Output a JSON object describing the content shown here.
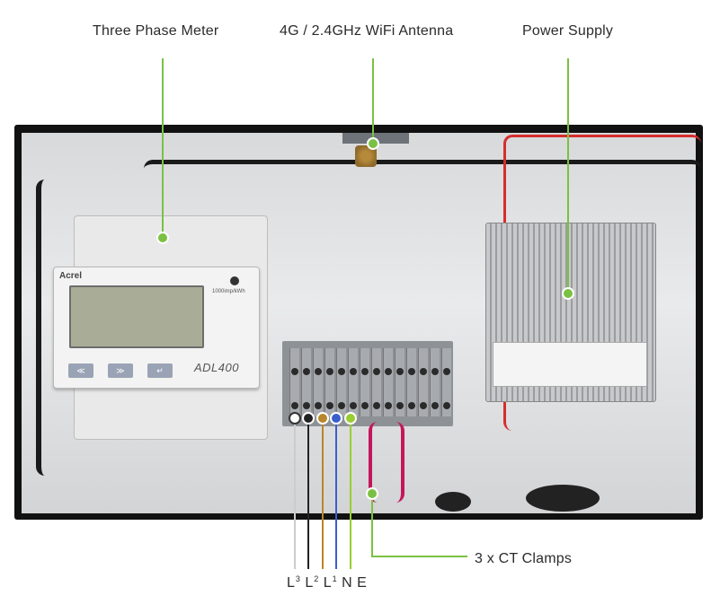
{
  "callouts": {
    "meter": "Three Phase Meter",
    "antenna": "4G / 2.4GHz WiFi Antenna",
    "psu": "Power Supply",
    "ct": "3 x CT Clamps"
  },
  "meter": {
    "brand": "Acrel",
    "model": "ADL400",
    "rate": "1000imp/kWh",
    "buttons": [
      "≪",
      "≫",
      "↵"
    ]
  },
  "phases": {
    "l3": "L",
    "l3_sup": "3",
    "l2": "L",
    "l2_sup": "2",
    "l1": "L",
    "l1_sup": "1",
    "n": "N",
    "e": "E"
  },
  "colors": {
    "callout_line": "#7ac143",
    "l3": "#ffffff",
    "l2": "#222222",
    "l1": "#b8862b",
    "n": "#3a5fcd",
    "e": "#9acd32"
  }
}
